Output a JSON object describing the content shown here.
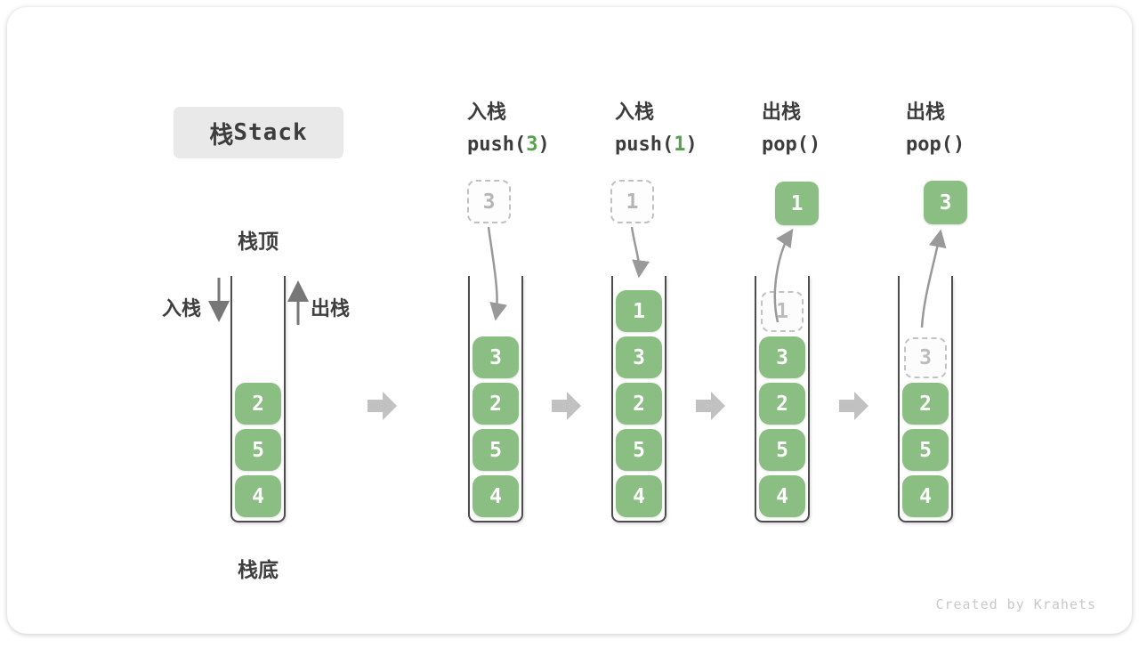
{
  "title": {
    "zh": "栈",
    "en": " Stack"
  },
  "side_labels": {
    "top": "栈顶",
    "bottom": "栈底",
    "push": "入栈",
    "pop": "出栈"
  },
  "footer": "Created by Krahets",
  "columns": [
    {
      "cells": [
        "2",
        "5",
        "4"
      ]
    },
    {
      "op": "入栈",
      "code": "push(",
      "arg": "3",
      "code_end": ")",
      "float": "3",
      "cells": [
        "3",
        "2",
        "5",
        "4"
      ]
    },
    {
      "op": "入栈",
      "code": "push(",
      "arg": "1",
      "code_end": ")",
      "float": "1",
      "cells": [
        "1",
        "3",
        "2",
        "5",
        "4"
      ]
    },
    {
      "op": "出栈",
      "code": "pop(",
      "arg": "",
      "code_end": ")",
      "float": "1",
      "ghost": "1",
      "cells": [
        "3",
        "2",
        "5",
        "4"
      ]
    },
    {
      "op": "出栈",
      "code": "pop(",
      "arg": "",
      "code_end": ")",
      "float": "3",
      "ghost": "3",
      "cells": [
        "2",
        "5",
        "4"
      ]
    }
  ],
  "colors": {
    "cell_green": "#8bbe82",
    "code_arg_green": "#56a14d",
    "container_border": "#4d4d4d",
    "curved_arrow": "#999999",
    "vertical_arrow": "#777777",
    "block_arrow": "#c1c1c1",
    "ghost_border": "#c3c3c3",
    "title_badge_bg": "#e9e9e9",
    "text_dark": "#3c3c3c",
    "footer_gray": "#c9c9c9"
  }
}
